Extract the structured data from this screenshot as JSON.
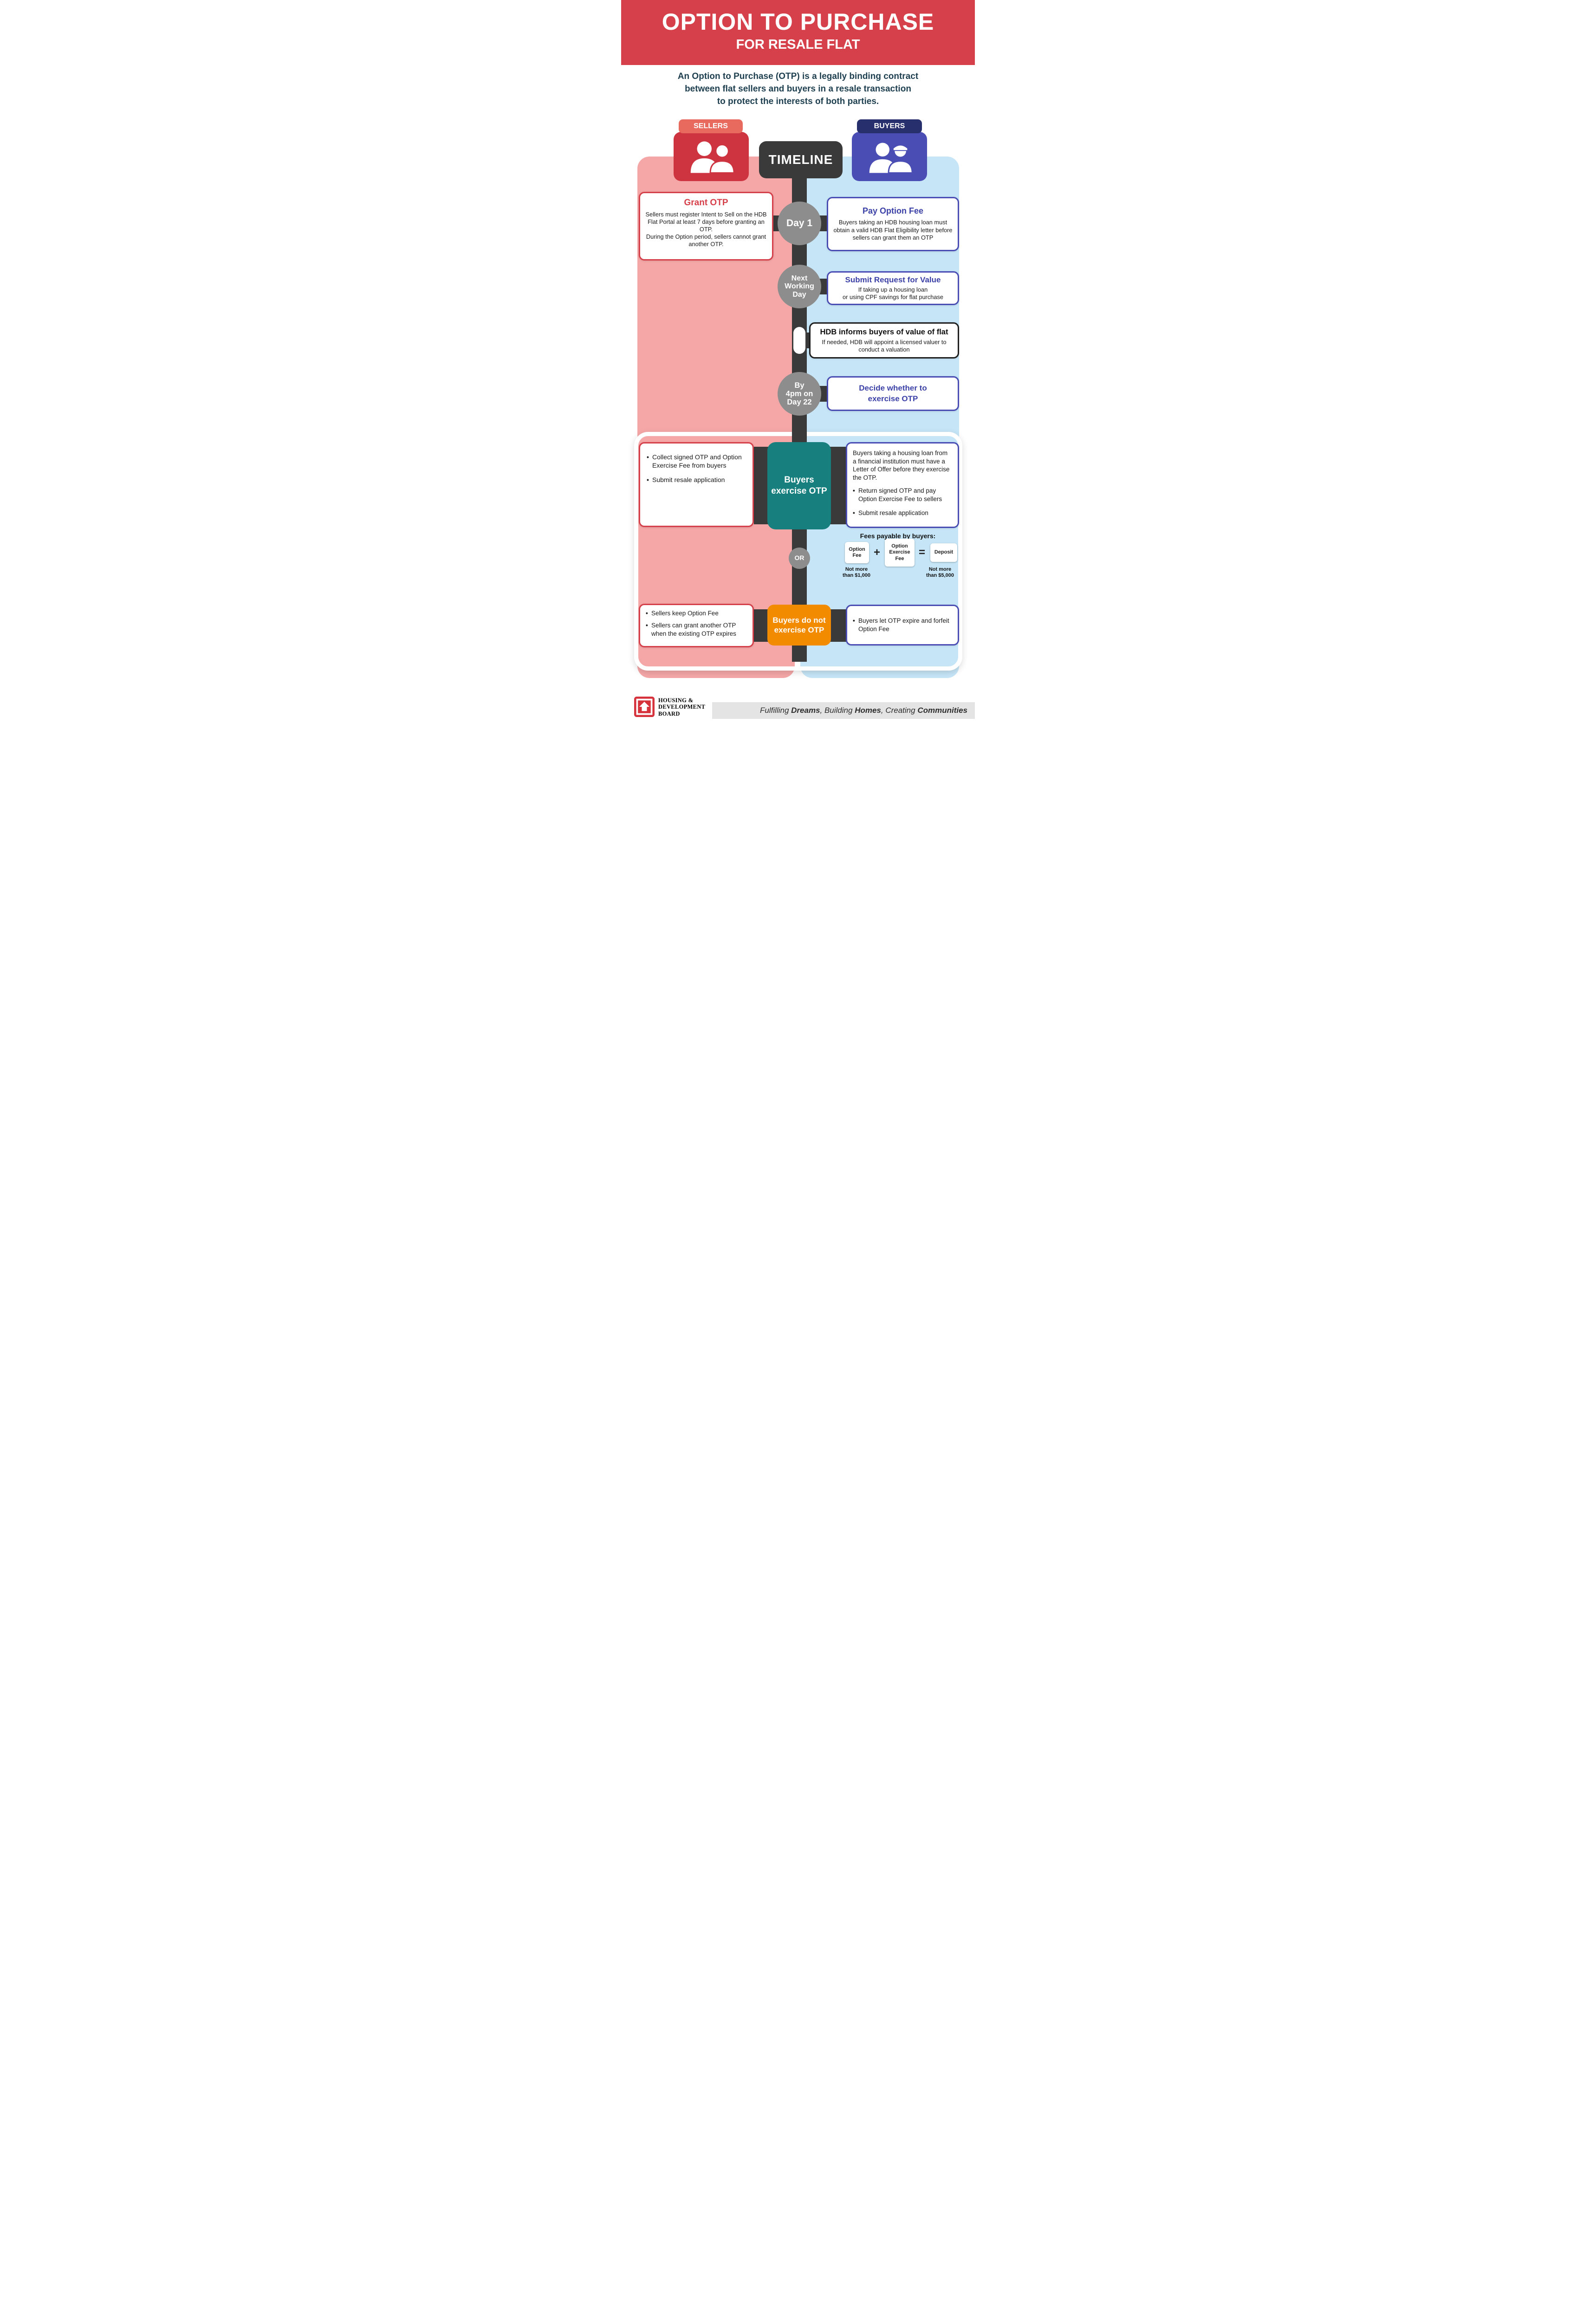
{
  "header": {
    "title": "OPTION TO PURCHASE",
    "subtitle": "FOR RESALE FLAT"
  },
  "intro": {
    "text": "An Option to Purchase (OTP) is a legally binding contract\nbetween flat sellers and buyers in a resale transaction\nto protect the interests of both parties."
  },
  "groups": {
    "sellers": "SELLERS",
    "buyers": "BUYERS",
    "timeline": "TIMELINE"
  },
  "nodes": {
    "day1": "Day 1",
    "next_working_day": "Next\nWorking\nDay",
    "day22": "By\n4pm on\nDay 22",
    "or": "OR"
  },
  "grant_otp": {
    "title": "Grant OTP",
    "body": "Sellers must register Intent to Sell on the HDB Flat Portal at least 7 days before granting an OTP.\nDuring the Option period, sellers cannot grant another OTP."
  },
  "pay_option_fee": {
    "title": "Pay Option Fee",
    "body": "Buyers taking an HDB housing loan must obtain a valid HDB Flat Eligibility letter before sellers can grant them an OTP"
  },
  "request_for_value": {
    "title": "Submit Request for Value",
    "body": "If taking up a housing loan\nor using CPF savings for flat purchase"
  },
  "valuation": {
    "title": "HDB informs buyers of value of flat",
    "body": "If needed, HDB will appoint a licensed valuer to conduct a valuation"
  },
  "decide": {
    "title": "Decide whether to\nexercise OTP"
  },
  "exercise": {
    "badge": "Buyers\nexercise OTP",
    "seller_bullets": [
      "Collect signed OTP and Option Exercise Fee from buyers",
      "Submit resale application"
    ],
    "buyer_lead": "Buyers taking a housing loan from a financial institution must have a Letter of Offer before they exercise the OTP.",
    "buyer_bullets": [
      "Return signed OTP and pay Option Exercise Fee to sellers",
      "Submit resale application"
    ]
  },
  "fees": {
    "title": "Fees payable by buyers:",
    "option_fee": "Option\nFee",
    "plus": "+",
    "exercise_fee": "Option\nExercise\nFee",
    "equals": "=",
    "deposit": "Deposit",
    "option_note": "Not more\nthan $1,000",
    "deposit_note": "Not more\nthan $5,000"
  },
  "not_exercise": {
    "badge": "Buyers do not\nexercise OTP",
    "seller_bullets": [
      "Sellers keep Option Fee",
      "Sellers can grant another OTP when the existing OTP expires"
    ],
    "buyer_bullets": [
      "Buyers let OTP expire and forfeit Option Fee"
    ]
  },
  "footer": {
    "org": "HOUSING &\nDEVELOPMENT\nBOARD",
    "tagline_parts": [
      "Fulfilling ",
      "Dreams",
      ", Building ",
      "Homes",
      ", Creating ",
      "Communities"
    ]
  },
  "colors": {
    "header_red": "#d6404a",
    "seller_pink": "#f5a7a7",
    "buyer_blue": "#c6e6f8",
    "seller_accent": "#d6404a",
    "buyer_accent": "#4a4eb4",
    "timeline_dark": "#3a3a3a",
    "node_gray": "#8d8d8d",
    "teal": "#17807e",
    "orange": "#f28b00"
  }
}
